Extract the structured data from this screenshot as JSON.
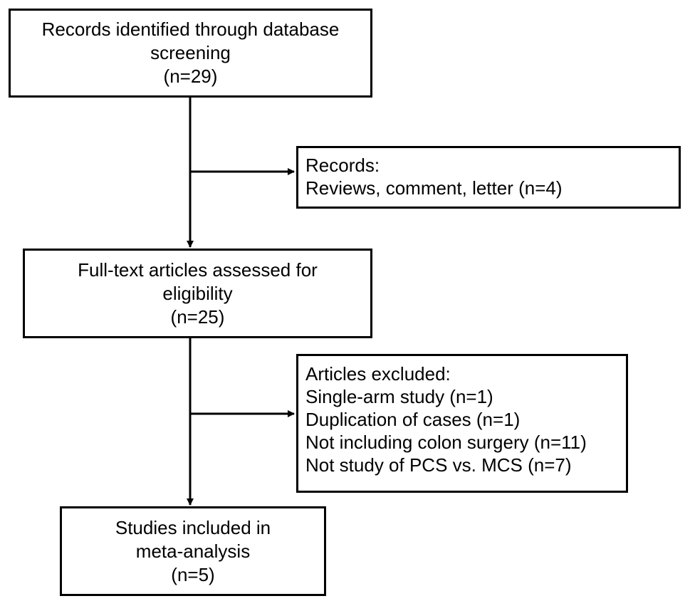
{
  "flow": {
    "identified": {
      "lines": [
        "Records identified through database",
        "screening",
        "(n=29)"
      ]
    },
    "excluded_records": {
      "lines": [
        "Records:",
        "Reviews, comment, letter (n=4)"
      ]
    },
    "full_text": {
      "lines": [
        "Full-text articles assessed for",
        "eligibility",
        "(n=25)"
      ]
    },
    "excluded_articles": {
      "lines": [
        "Articles excluded:",
        "Single-arm study (n=1)",
        "Duplication of cases (n=1)",
        "Not including colon surgery (n=11)",
        "Not study of PCS vs. MCS (n=7)"
      ]
    },
    "included": {
      "lines": [
        "Studies included in",
        "meta-analysis",
        "(n=5)"
      ]
    }
  },
  "colors": {
    "stroke": "#000000",
    "background": "#ffffff"
  }
}
